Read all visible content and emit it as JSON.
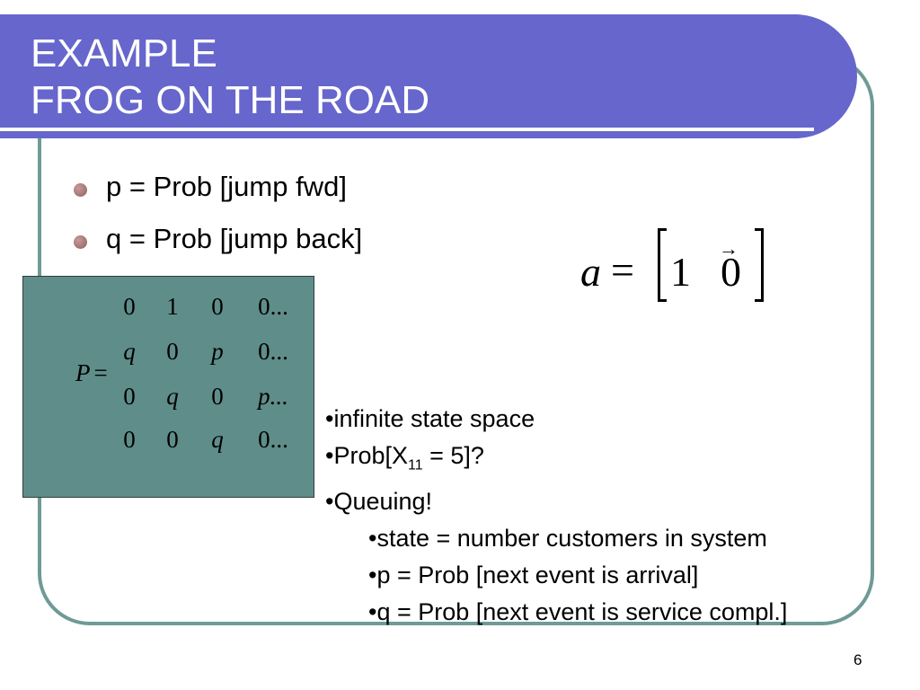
{
  "title": {
    "line1": "EXAMPLE",
    "line2": "FROG ON THE ROAD"
  },
  "bullets": [
    "p = Prob [jump fwd]",
    "q = Prob [jump back]"
  ],
  "matrix": {
    "label": "P",
    "equals": "=",
    "rows": [
      [
        "0",
        "1",
        "0",
        "0..."
      ],
      [
        "q",
        "0",
        "p",
        "0..."
      ],
      [
        "0",
        "q",
        "0",
        "p..."
      ],
      [
        "0",
        "0",
        "q",
        "0..."
      ]
    ]
  },
  "vector": {
    "name": "a",
    "equals": "=",
    "first": "1",
    "second": "0",
    "arrow": "→"
  },
  "notes": {
    "infinite": "•infinite state space",
    "prob_prefix": "•Prob[X",
    "prob_sub": "11",
    "prob_suffix": " = 5]?",
    "queuing": "•Queuing!",
    "sub_items": [
      "•state = number customers in system",
      "•p = Prob [next event is arrival]",
      "•q = Prob [next event is service compl.]"
    ]
  },
  "slide_number": "6",
  "colors": {
    "banner": "#6666cc",
    "frame": "#6f9a96",
    "matrix_box": "#5f8d8a",
    "bullet": "#a07070"
  }
}
